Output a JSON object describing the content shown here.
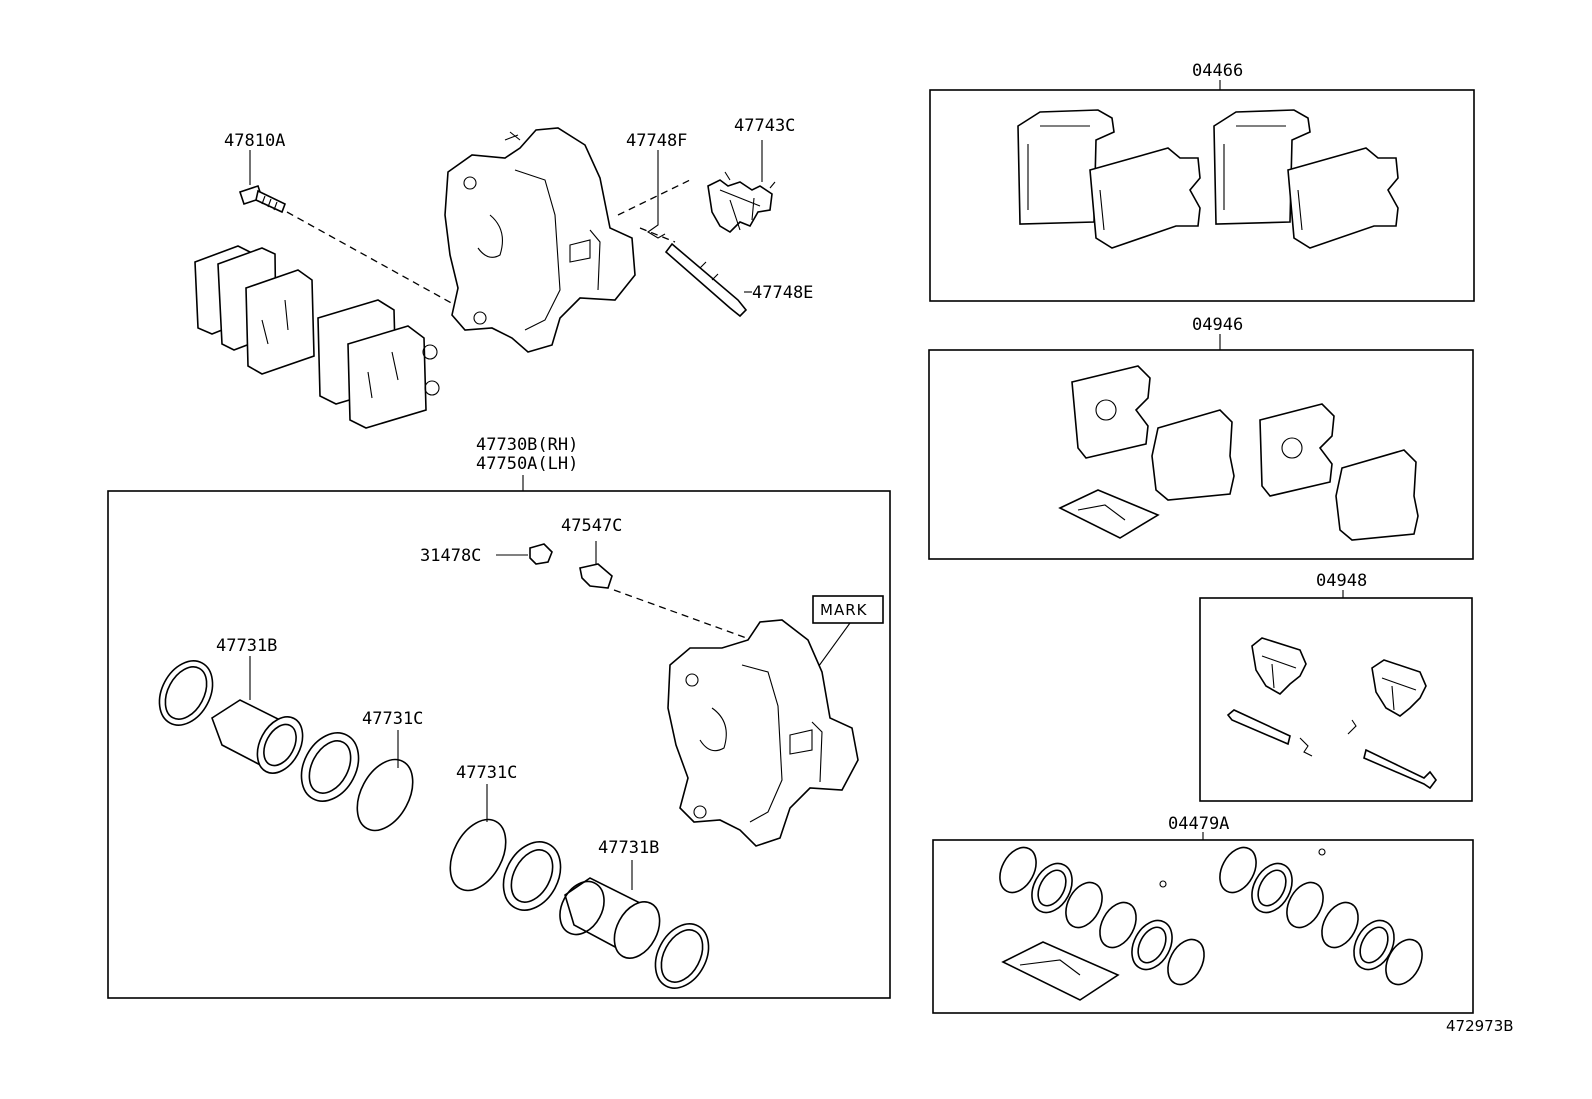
{
  "diagram_id": "472973B",
  "parts": {
    "bolt": "47810A",
    "pin_clip": "47748F",
    "anti_rattle_spring": "47743C",
    "pad_pin": "47748E",
    "caliper_rh": "47730B(RH)",
    "caliper_lh": "47750A(LH)",
    "bleeder_cap": "31478C",
    "bleeder_plug": "47547C",
    "mark_label": "MARK",
    "piston_left": "47731B",
    "piston_right": "47731B",
    "ring_left": "47731C",
    "ring_right": "47731C"
  },
  "kits": {
    "pad_kit": "04466",
    "shim_kit": "04946",
    "fitting_kit": "04948",
    "cylinder_kit": "04479A"
  }
}
